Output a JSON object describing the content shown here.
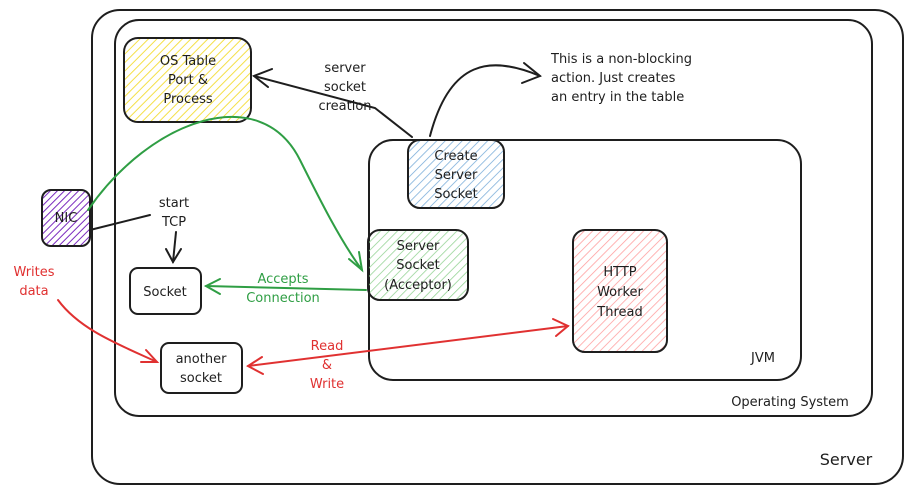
{
  "colors": {
    "stroke": "#1e1e1e",
    "green": "#2f9e44",
    "red": "#e03131",
    "os_table_fill": "#f5e04a",
    "nic_fill": "#7b2cbf",
    "create_socket_fill": "#74a9d8",
    "acceptor_fill": "#8fd18f",
    "worker_fill": "#ff9a9a"
  },
  "containers": {
    "server": "Server",
    "operating_system": "Operating System",
    "jvm": "JVM"
  },
  "nodes": {
    "os_table": [
      "OS Table",
      "Port &",
      "Process"
    ],
    "create_server_socket": [
      "Create",
      "Server",
      "Socket"
    ],
    "server_socket": [
      "Server",
      "Socket",
      "(Acceptor)"
    ],
    "http_worker": [
      "HTTP",
      "Worker",
      "Thread"
    ],
    "nic": "NIC",
    "socket": "Socket",
    "another_socket": [
      "another",
      "socket"
    ]
  },
  "labels": {
    "server_socket_creation": [
      "server",
      "socket",
      "creation"
    ],
    "note": [
      "This is a non-blocking",
      "action. Just creates",
      "an entry in the table"
    ],
    "start_tcp": [
      "start",
      "TCP"
    ],
    "accepts_connection": [
      "Accepts",
      "Connection"
    ],
    "writes_data": [
      "Writes",
      "data"
    ],
    "read_write": [
      "Read",
      "&",
      "Write"
    ]
  }
}
